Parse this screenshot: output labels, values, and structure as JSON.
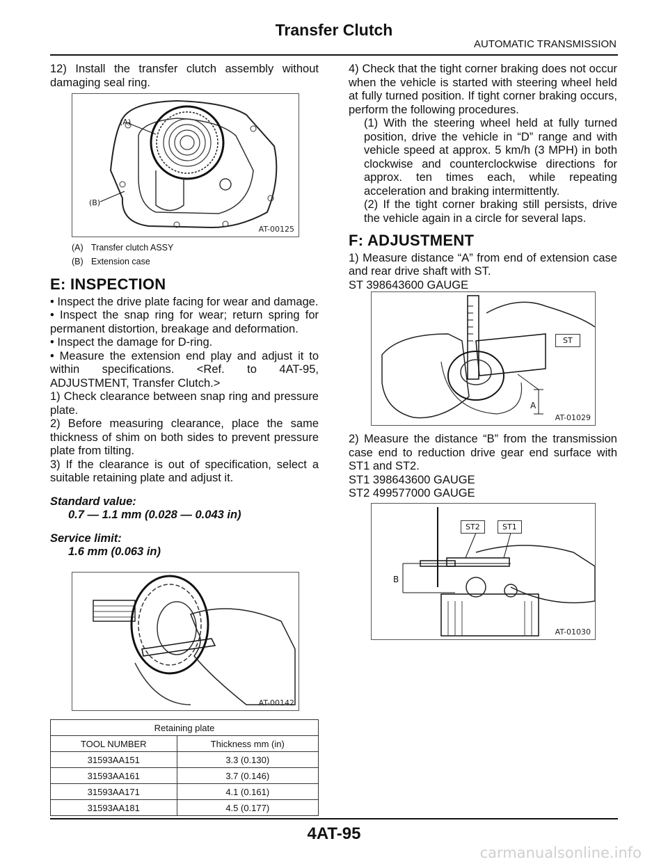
{
  "header": {
    "title": "Transfer Clutch",
    "section": "AUTOMATIC TRANSMISSION"
  },
  "left": {
    "step12": "12) Install the transfer clutch assembly without damaging seal ring.",
    "fig1": {
      "id": "AT-00125",
      "callout_a": "(A)",
      "callout_b": "(B)",
      "legend": [
        {
          "key": "(A)",
          "text": "Transfer clutch ASSY"
        },
        {
          "key": "(B)",
          "text": "Extension case"
        }
      ]
    },
    "inspection_heading": "E: INSPECTION",
    "bullets": [
      "• Inspect the drive plate facing for wear and damage.",
      "• Inspect the snap ring for wear; return spring for permanent distortion, breakage and deformation.",
      "• Inspect the damage for D-ring.",
      "• Measure the extension end play and adjust it to within specifications. <Ref. to 4AT-95, ADJUSTMENT, Transfer Clutch.>"
    ],
    "steps": [
      "1) Check clearance between snap ring and pressure plate.",
      "2) Before measuring clearance, place the same thickness of shim on both sides to prevent pressure plate from tilting.",
      "3) If the clearance is out of specification, select a suitable retaining plate and adjust it."
    ],
    "standard_label": "Standard value:",
    "standard_value": "0.7 — 1.1 mm (0.028 — 0.043 in)",
    "service_label": "Service limit:",
    "service_value": "1.6 mm (0.063 in)",
    "fig2": {
      "id": "AT-00142"
    },
    "table": {
      "caption": "Retaining plate",
      "headers": [
        "TOOL NUMBER",
        "Thickness mm (in)"
      ],
      "rows": [
        [
          "31593AA151",
          "3.3 (0.130)"
        ],
        [
          "31593AA161",
          "3.7 (0.146)"
        ],
        [
          "31593AA171",
          "4.1 (0.161)"
        ],
        [
          "31593AA181",
          "4.5 (0.177)"
        ]
      ]
    }
  },
  "right": {
    "step4": "4) Check that the tight corner braking does not occur when the vehicle is started with steering wheel held at fully turned position. If tight corner braking occurs, perform the following procedures.",
    "sub1": "(1) With the steering wheel held at fully turned position, drive the vehicle in “D” range and with vehicle speed at approx. 5 km/h (3 MPH) in both clockwise and counterclockwise directions for approx. ten times each, while repeating acceleration and braking intermittently.",
    "sub2": "(2) If the tight corner braking still persists, drive the vehicle again in a circle for several laps.",
    "adjust_heading": "F: ADJUSTMENT",
    "adj1": "1) Measure distance “A” from end of extension case and rear drive shaft with ST.",
    "adj1_tool": "ST 398643600 GAUGE",
    "fig3": {
      "id": "AT-01029",
      "st": "ST",
      "a": "A"
    },
    "adj2": "2) Measure the distance “B” from the transmission case end to reduction drive gear end surface with ST1 and ST2.",
    "adj2_tool1": "ST1 398643600 GAUGE",
    "adj2_tool2": "ST2 499577000 GAUGE",
    "fig4": {
      "id": "AT-01030",
      "st2": "ST2",
      "st1": "ST1",
      "b": "B"
    }
  },
  "footer": {
    "page_number": "4AT-95",
    "watermark": "carmanualsonline.info"
  }
}
